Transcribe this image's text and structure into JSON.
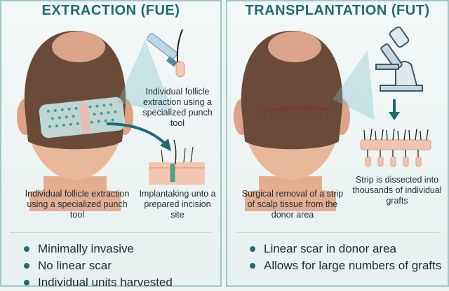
{
  "fue": {
    "title": "EXTRACTION (FUE)",
    "callout": "Individual follicle extraction using a specialized punch tool",
    "caption_left": "Individual follicle extraction using a specialized punch tool",
    "caption_right": "Implantaking unto a prepared incision site",
    "bullets": [
      "Minimally invasive",
      "No linear scar",
      "Individual units harvested"
    ]
  },
  "fut": {
    "title": "TRANSPLANTATION (FUT)",
    "caption_left": "Surgical removal of a strip of scalp tissue from the donor area",
    "caption_right": "Strip is dissected into thousands of individual grafts",
    "bullets": [
      "Linear scar in donor area",
      "Allows for large numbers of grafts"
    ]
  },
  "colors": {
    "accent": "#1f6b74",
    "skin": "#e9b79a",
    "scar": "#7a3a34"
  }
}
